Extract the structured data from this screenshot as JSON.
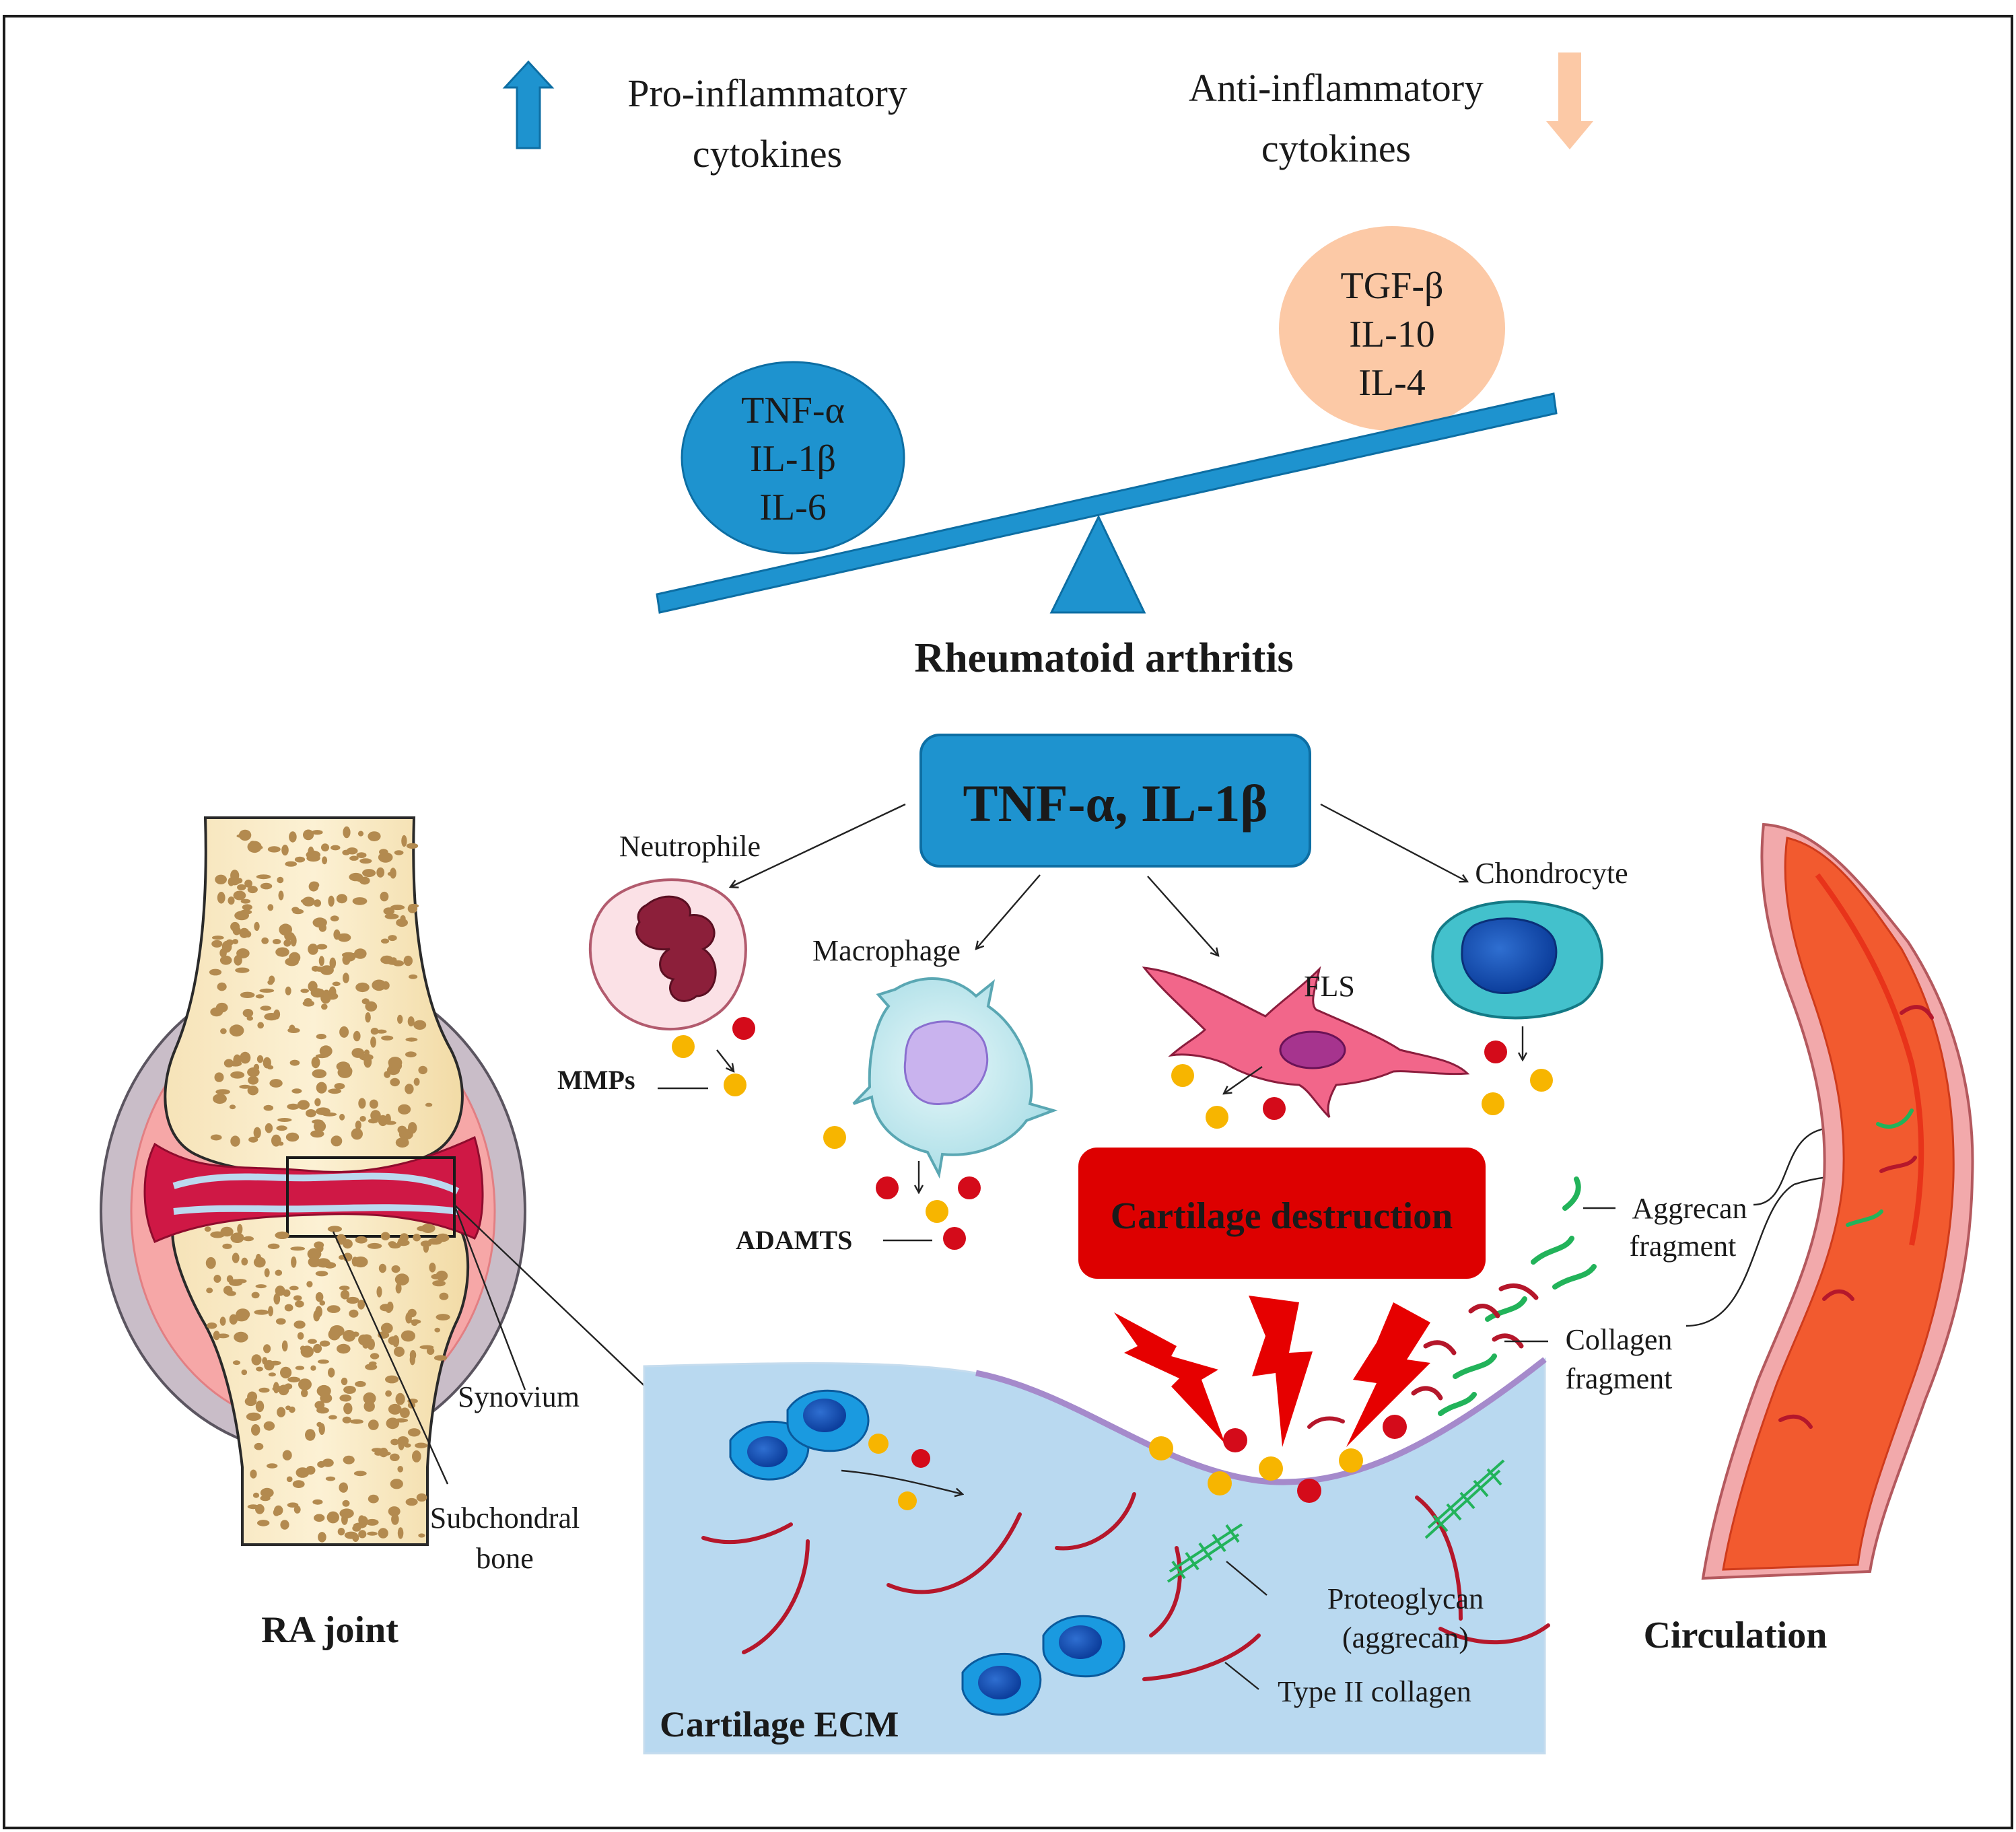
{
  "legend": {
    "pro_line1": "Pro-inflammatory",
    "pro_line2": "cytokines",
    "anti_line1": "Anti-inflammatory",
    "anti_line2": "cytokines"
  },
  "balance": {
    "pro_items": [
      "TNF-α",
      "IL-1β",
      "IL-6"
    ],
    "anti_items": [
      "TGF-β",
      "IL-10",
      "IL-4"
    ],
    "title": "Rheumatoid arthritis"
  },
  "central_box": {
    "label": "TNF-α, IL-1β"
  },
  "cells": {
    "neutrophile": "Neutrophile",
    "macrophage": "Macrophage",
    "fls": "FLS",
    "chondrocyte": "Chondrocyte"
  },
  "enzymes": {
    "mmps": "MMPs",
    "adamts": "ADAMTS"
  },
  "destruction": {
    "label": "Cartilage destruction"
  },
  "joint": {
    "synovium": "Synovium",
    "subchondral_line1": "Subchondral",
    "subchondral_line2": "bone",
    "title": "RA joint"
  },
  "ecm": {
    "title": "Cartilage ECM",
    "proteoglycan_line1": "Proteoglycan",
    "proteoglycan_line2": "(aggrecan)",
    "collagen": "Type II collagen"
  },
  "fragments": {
    "aggrecan_line1": "Aggrecan",
    "aggrecan_line2": "fragment",
    "collagen_line1": "Collagen",
    "collagen_line2": "fragment"
  },
  "circulation": {
    "title": "Circulation"
  },
  "colors": {
    "pro_blue": "#1e93cf",
    "anti_peach": "#fcc9a6",
    "destruction_red": "#dd0000",
    "mmp_yellow": "#f7b500",
    "adamts_red": "#d40b1a",
    "collagen_red": "#b5172b",
    "aggrecan_green": "#22b35a",
    "ecm_blue": "#b9d9f0"
  }
}
